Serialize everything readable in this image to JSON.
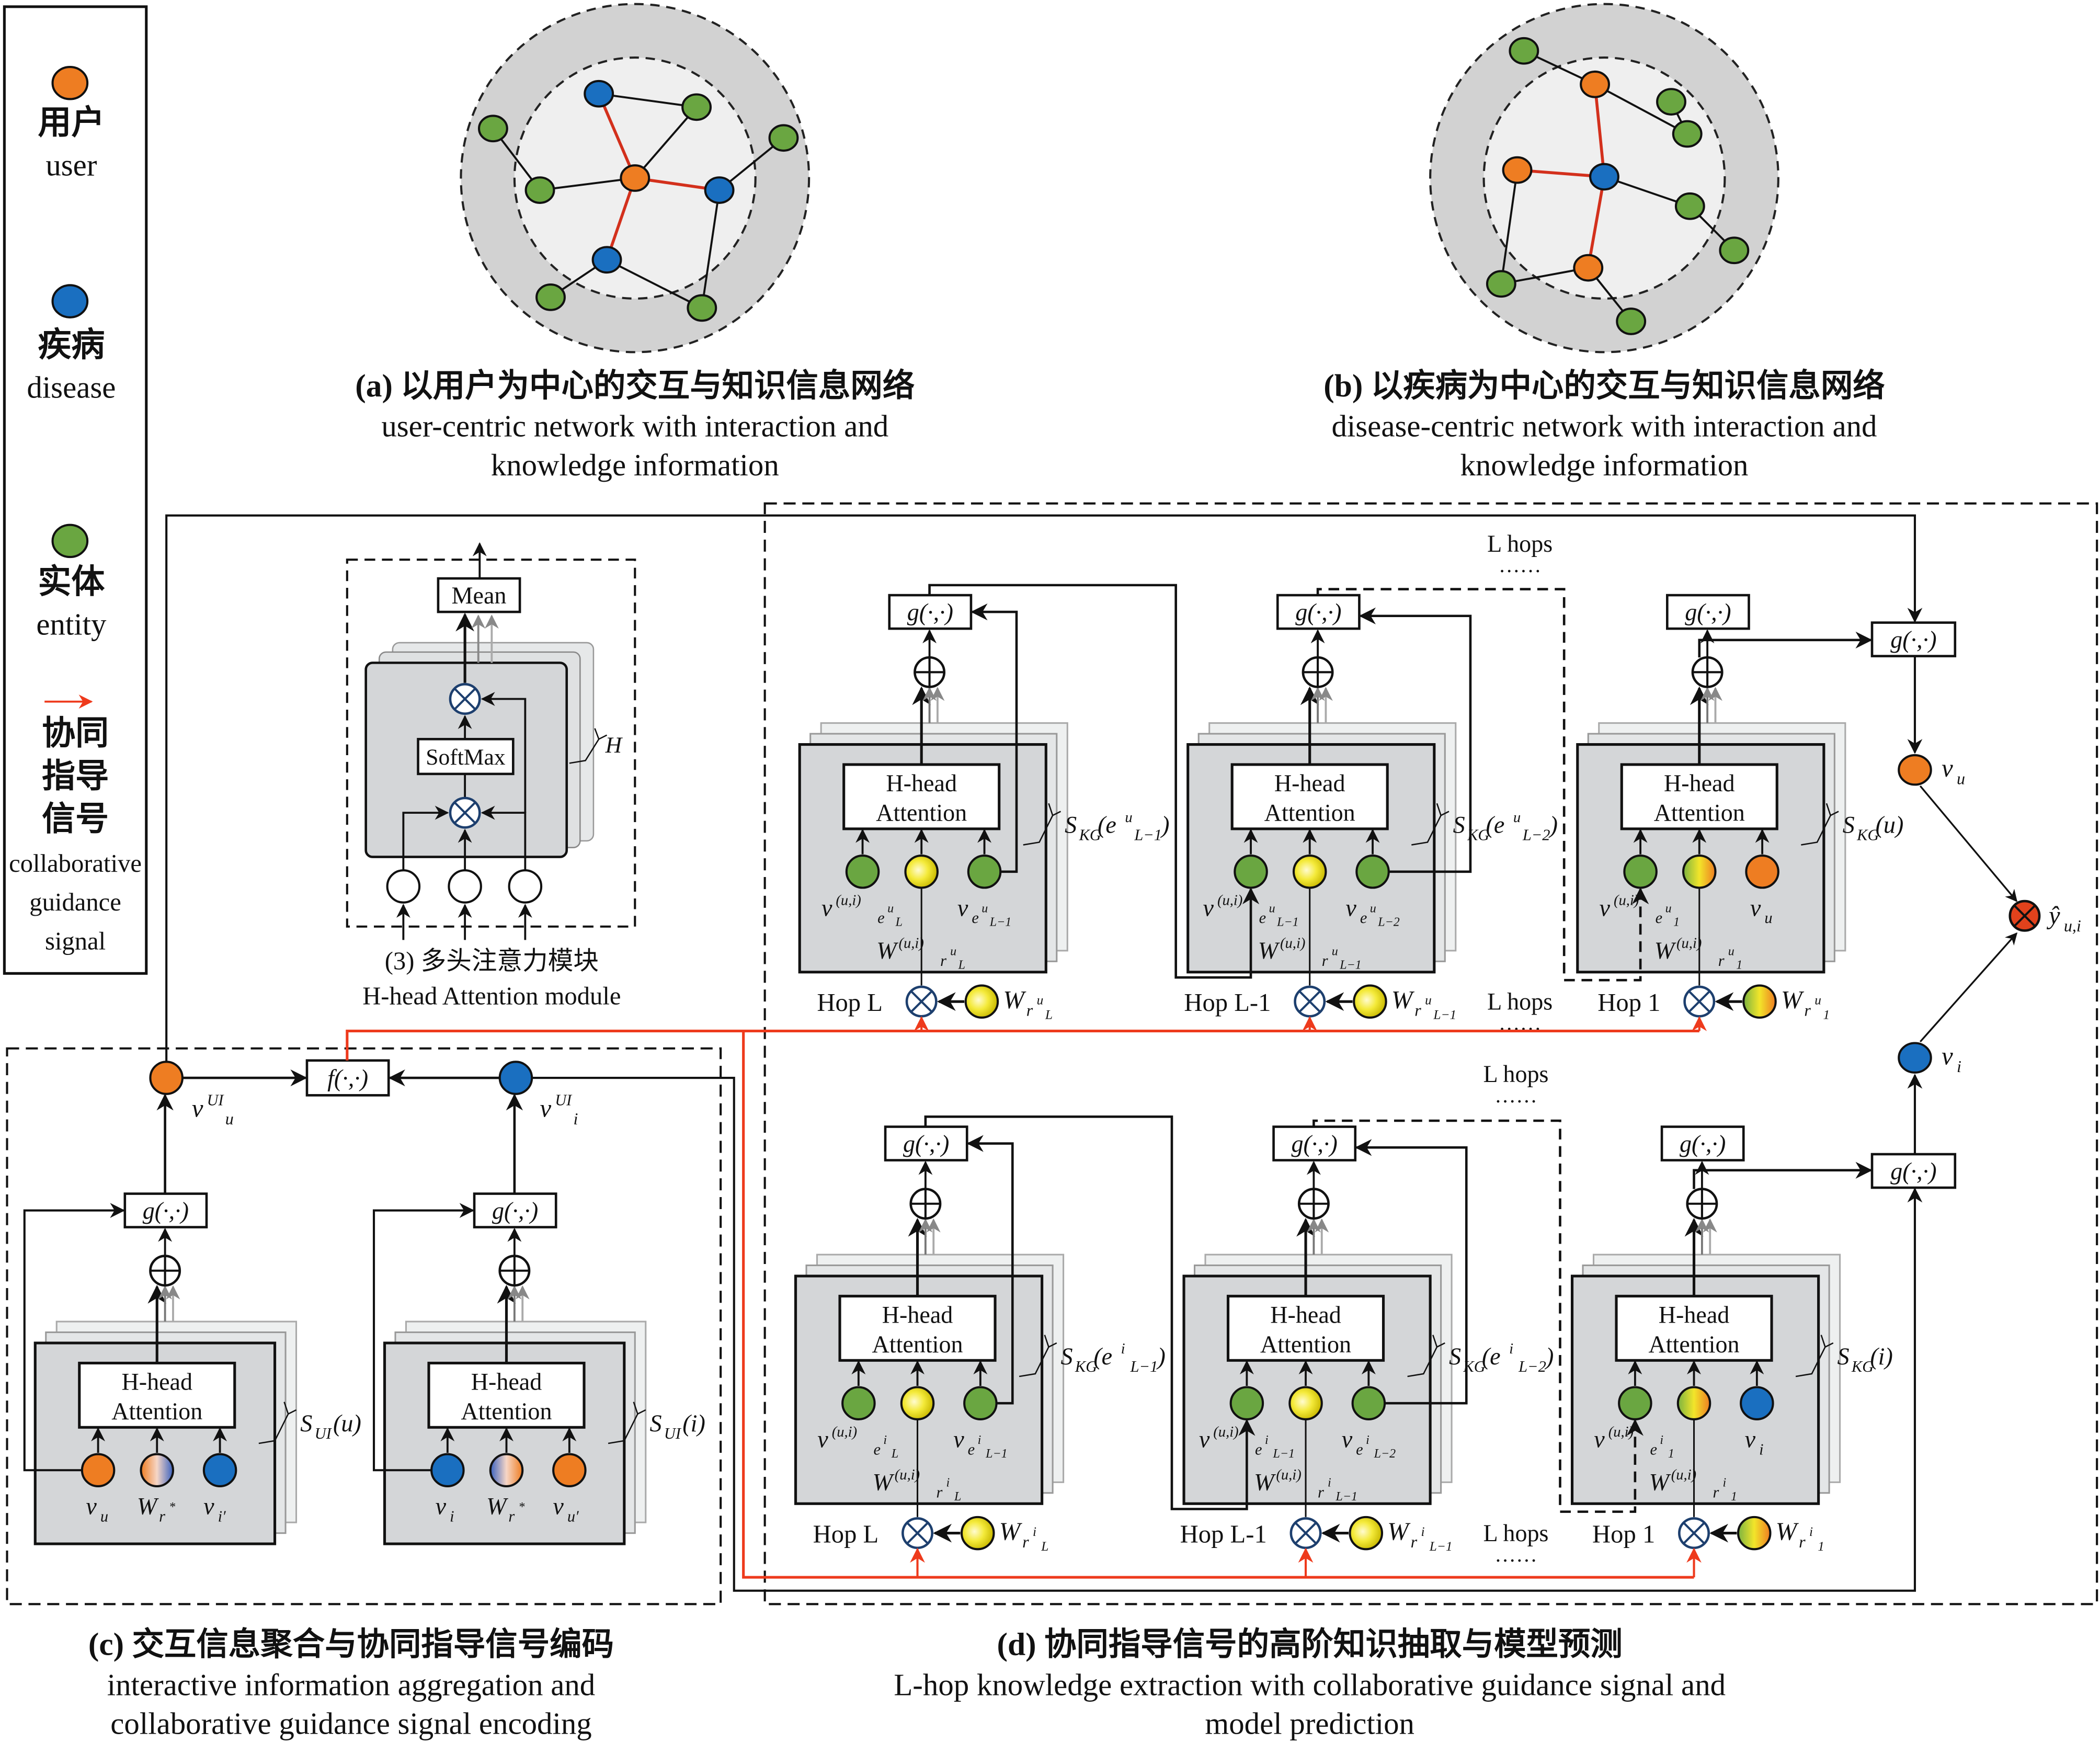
{
  "colors": {
    "user": "#ee7d22",
    "disease": "#1a6fc0",
    "entity": "#6aa641",
    "signal": "#ee3a1c",
    "relation": "#f2e52a",
    "prediction": "#e2421c"
  },
  "legend": {
    "items": [
      {
        "zh": "用户",
        "en": "user",
        "color": "#ee7d22",
        "icon": "orange-dot"
      },
      {
        "zh": "疾病",
        "en": "disease",
        "color": "#1a6fc0",
        "icon": "blue-dot"
      },
      {
        "zh": "实体",
        "en": "entity",
        "color": "#6aa641",
        "icon": "green-dot"
      }
    ],
    "signal": {
      "zh": [
        "协同",
        "指导",
        "信号"
      ],
      "en": [
        "collaborative",
        "guidance",
        "signal"
      ],
      "icon": "red-arrow"
    }
  },
  "panels": {
    "a": {
      "title": "(a) 以用户为中心的交互与知识信息网络",
      "en": [
        "user-centric network with interaction and",
        "knowledge information"
      ]
    },
    "b": {
      "title": "(b) 以疾病为中心的交互与知识信息网络",
      "en": [
        "disease-centric network with interaction and",
        "knowledge information"
      ]
    },
    "c": {
      "title": "(c) 交互信息聚合与协同指导信号编码",
      "en": [
        "interactive information aggregation  and",
        "collaborative guidance signal encoding"
      ]
    },
    "d": {
      "title": "(d) 协同指导信号的高阶知识抽取与模型预测",
      "en": [
        "L-hop knowledge extraction with collaborative guidance signal and",
        "model prediction"
      ]
    }
  },
  "attention_module": {
    "mean": "Mean",
    "softmax": "SoftMax",
    "heads": "H",
    "caption_zh": "(3) 多头注意力模块",
    "caption_en": "H-head Attention module"
  },
  "common": {
    "head_box": [
      "H-head",
      "Attention"
    ],
    "g": "g(·,·)",
    "f": "f(·,·)",
    "l_hops": "L hops",
    "dots": "······"
  },
  "modules": {
    "upper": [
      {
        "hop": "Hop L",
        "inputs": [
          {
            "color": "entity",
            "label": [
              [
                "v",
                "n"
              ],
              [
                "(u,i)",
                "sup"
              ],
              [
                "e",
                "sub"
              ],
              [
                "u",
                "subsup"
              ],
              [
                "L",
                "subsub"
              ]
            ]
          },
          {
            "color": "relation",
            "label": [
              [
                "W",
                "n"
              ],
              [
                "(u,i)",
                "sup"
              ],
              [
                "r",
                "sub"
              ],
              [
                "u",
                "subsup"
              ],
              [
                "L",
                "subsub"
              ]
            ]
          },
          {
            "color": "entity",
            "label": [
              [
                "v",
                "n"
              ],
              [
                "e",
                "sub"
              ],
              [
                "u",
                "subsup"
              ],
              [
                "L−1",
                "subsub"
              ]
            ]
          }
        ],
        "set": [
          [
            "S",
            "n"
          ],
          [
            "KG",
            "sub"
          ],
          [
            "(e",
            "n"
          ],
          [
            "u",
            "sup"
          ],
          [
            "L−1",
            "sub"
          ],
          [
            ")",
            "n"
          ]
        ],
        "relation": {
          "color": "relation",
          "label": [
            [
              "W",
              "n"
            ],
            [
              "r",
              "sub"
            ],
            [
              "u",
              "subsup"
            ],
            [
              "L",
              "subsub"
            ]
          ]
        }
      },
      {
        "hop": "Hop L-1",
        "inputs": [
          {
            "color": "entity",
            "label": [
              [
                "v",
                "n"
              ],
              [
                "(u,i)",
                "sup"
              ],
              [
                "e",
                "sub"
              ],
              [
                "u",
                "subsup"
              ],
              [
                "L−1",
                "subsub"
              ]
            ]
          },
          {
            "color": "relation",
            "label": [
              [
                "W",
                "n"
              ],
              [
                "(u,i)",
                "sup"
              ],
              [
                "r",
                "sub"
              ],
              [
                "u",
                "subsup"
              ],
              [
                "L−1",
                "subsub"
              ]
            ]
          },
          {
            "color": "entity",
            "label": [
              [
                "v",
                "n"
              ],
              [
                "e",
                "sub"
              ],
              [
                "u",
                "subsup"
              ],
              [
                "L−2",
                "subsub"
              ]
            ]
          }
        ],
        "set": [
          [
            "S",
            "n"
          ],
          [
            "KG",
            "sub"
          ],
          [
            "(e",
            "n"
          ],
          [
            "u",
            "sup"
          ],
          [
            "L−2",
            "sub"
          ],
          [
            ")",
            "n"
          ]
        ],
        "relation": {
          "color": "relation",
          "label": [
            [
              "W",
              "n"
            ],
            [
              "r",
              "sub"
            ],
            [
              "u",
              "subsup"
            ],
            [
              "L−1",
              "subsub"
            ]
          ]
        }
      },
      {
        "hop": "Hop 1",
        "inputs": [
          {
            "color": "entity",
            "label": [
              [
                "v",
                "n"
              ],
              [
                "(u,i)",
                "sup"
              ],
              [
                "e",
                "sub"
              ],
              [
                "u",
                "subsup"
              ],
              [
                "1",
                "subsub"
              ]
            ]
          },
          {
            "color": "mixed",
            "label": [
              [
                "W",
                "n"
              ],
              [
                "(u,i)",
                "sup"
              ],
              [
                "r",
                "sub"
              ],
              [
                "u",
                "subsup"
              ],
              [
                "1",
                "subsub"
              ]
            ]
          },
          {
            "color": "user",
            "label": [
              [
                "v",
                "n"
              ],
              [
                "u",
                "sub"
              ]
            ]
          }
        ],
        "set": [
          [
            "S",
            "n"
          ],
          [
            "KG",
            "sub"
          ],
          [
            "(u)",
            "n"
          ]
        ],
        "relation": {
          "color": "mixed",
          "label": [
            [
              "W",
              "n"
            ],
            [
              "r",
              "sub"
            ],
            [
              "u",
              "subsup"
            ],
            [
              "1",
              "subsub"
            ]
          ]
        }
      }
    ],
    "lower": [
      {
        "hop": "Hop L",
        "inputs": [
          {
            "color": "entity",
            "label": [
              [
                "v",
                "n"
              ],
              [
                "(u,i)",
                "sup"
              ],
              [
                "e",
                "sub"
              ],
              [
                "i",
                "subsup"
              ],
              [
                "L",
                "subsub"
              ]
            ]
          },
          {
            "color": "relation",
            "label": [
              [
                "W",
                "n"
              ],
              [
                "(u,i)",
                "sup"
              ],
              [
                "r",
                "sub"
              ],
              [
                "i",
                "subsup"
              ],
              [
                "L",
                "subsub"
              ]
            ]
          },
          {
            "color": "entity",
            "label": [
              [
                "v",
                "n"
              ],
              [
                "e",
                "sub"
              ],
              [
                "i",
                "subsup"
              ],
              [
                "L−1",
                "subsub"
              ]
            ]
          }
        ],
        "set": [
          [
            "S",
            "n"
          ],
          [
            "KG",
            "sub"
          ],
          [
            "(e",
            "n"
          ],
          [
            "i",
            "sup"
          ],
          [
            "L−1",
            "sub"
          ],
          [
            ")",
            "n"
          ]
        ],
        "relation": {
          "color": "relation",
          "label": [
            [
              "W",
              "n"
            ],
            [
              "r",
              "sub"
            ],
            [
              "i",
              "subsup"
            ],
            [
              "L",
              "subsub"
            ]
          ]
        }
      },
      {
        "hop": "Hop L-1",
        "inputs": [
          {
            "color": "entity",
            "label": [
              [
                "v",
                "n"
              ],
              [
                "(u,i)",
                "sup"
              ],
              [
                "e",
                "sub"
              ],
              [
                "i",
                "subsup"
              ],
              [
                "L−1",
                "subsub"
              ]
            ]
          },
          {
            "color": "relation",
            "label": [
              [
                "W",
                "n"
              ],
              [
                "(u,i)",
                "sup"
              ],
              [
                "r",
                "sub"
              ],
              [
                "i",
                "subsup"
              ],
              [
                "L−1",
                "subsub"
              ]
            ]
          },
          {
            "color": "entity",
            "label": [
              [
                "v",
                "n"
              ],
              [
                "e",
                "sub"
              ],
              [
                "i",
                "subsup"
              ],
              [
                "L−2",
                "subsub"
              ]
            ]
          }
        ],
        "set": [
          [
            "S",
            "n"
          ],
          [
            "KG",
            "sub"
          ],
          [
            "(e",
            "n"
          ],
          [
            "i",
            "sup"
          ],
          [
            "L−2",
            "sub"
          ],
          [
            ")",
            "n"
          ]
        ],
        "relation": {
          "color": "relation",
          "label": [
            [
              "W",
              "n"
            ],
            [
              "r",
              "sub"
            ],
            [
              "i",
              "subsup"
            ],
            [
              "L−1",
              "subsub"
            ]
          ]
        }
      },
      {
        "hop": "Hop 1",
        "inputs": [
          {
            "color": "entity",
            "label": [
              [
                "v",
                "n"
              ],
              [
                "(u,i)",
                "sup"
              ],
              [
                "e",
                "sub"
              ],
              [
                "i",
                "subsup"
              ],
              [
                "1",
                "subsub"
              ]
            ]
          },
          {
            "color": "mixed",
            "label": [
              [
                "W",
                "n"
              ],
              [
                "(u,i)",
                "sup"
              ],
              [
                "r",
                "sub"
              ],
              [
                "i",
                "subsup"
              ],
              [
                "1",
                "subsub"
              ]
            ]
          },
          {
            "color": "disease",
            "label": [
              [
                "v",
                "n"
              ],
              [
                "i",
                "sub"
              ]
            ]
          }
        ],
        "set": [
          [
            "S",
            "n"
          ],
          [
            "KG",
            "sub"
          ],
          [
            "(i)",
            "n"
          ]
        ],
        "relation": {
          "color": "mixed",
          "label": [
            [
              "W",
              "n"
            ],
            [
              "r",
              "sub"
            ],
            [
              "i",
              "subsup"
            ],
            [
              "1",
              "subsub"
            ]
          ]
        }
      }
    ],
    "ui": [
      {
        "inputs": [
          {
            "color": "user",
            "label": [
              [
                "v",
                "n"
              ],
              [
                "u",
                "sub"
              ]
            ]
          },
          {
            "color": "ui_ub",
            "label": [
              [
                "W",
                "n"
              ],
              [
                "r",
                "sub"
              ],
              [
                "*",
                "subsup"
              ]
            ]
          },
          {
            "color": "disease",
            "label": [
              [
                "v",
                "n"
              ],
              [
                "i′",
                "sub"
              ]
            ]
          }
        ],
        "set": [
          [
            "S",
            "n"
          ],
          [
            "UI",
            "sub"
          ],
          [
            "(u)",
            "n"
          ]
        ]
      },
      {
        "inputs": [
          {
            "color": "disease",
            "label": [
              [
                "v",
                "n"
              ],
              [
                "i",
                "sub"
              ]
            ]
          },
          {
            "color": "ui_bu",
            "label": [
              [
                "W",
                "n"
              ],
              [
                "r",
                "sub"
              ],
              [
                "*",
                "subsup"
              ]
            ]
          },
          {
            "color": "user",
            "label": [
              [
                "v",
                "n"
              ],
              [
                "u′",
                "sub"
              ]
            ]
          }
        ],
        "set": [
          [
            "S",
            "n"
          ],
          [
            "UI",
            "sub"
          ],
          [
            "(i)",
            "n"
          ]
        ]
      }
    ]
  },
  "aggregation": {
    "v_u_ui": [
      [
        "v",
        "n"
      ],
      [
        "UI",
        "sup"
      ],
      [
        "u",
        "sub"
      ]
    ],
    "v_i_ui": [
      [
        "v",
        "n"
      ],
      [
        "UI",
        "sup"
      ],
      [
        "i",
        "sub"
      ]
    ]
  },
  "prediction": {
    "v_u": [
      [
        "v",
        "n"
      ],
      [
        "u",
        "sub"
      ]
    ],
    "v_i": [
      [
        "v",
        "n"
      ],
      [
        "i",
        "sub"
      ]
    ],
    "y_hat": [
      [
        "ŷ",
        "n"
      ],
      [
        "u,i",
        "sub"
      ]
    ]
  }
}
